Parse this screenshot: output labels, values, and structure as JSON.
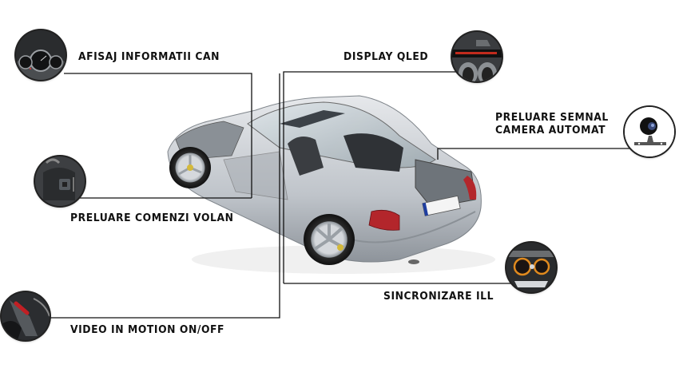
{
  "diagram": {
    "subject": "car-cutaway",
    "features": [
      {
        "id": "can-info",
        "label": "AFISAJ INFORMATII CAN",
        "icon": "instrument-cluster-icon"
      },
      {
        "id": "display-qled",
        "label": "DISPLAY QLED",
        "icon": "qled-display-icon"
      },
      {
        "id": "camera-signal",
        "label_line1": "PRELUARE SEMNAL",
        "label_line2": "CAMERA AUTOMAT",
        "icon": "rear-camera-icon"
      },
      {
        "id": "steering-controls",
        "label": "PRELUARE COMENZI VOLAN",
        "icon": "steering-wheel-controls-icon"
      },
      {
        "id": "ill-sync",
        "label": "SINCRONIZARE ILL",
        "icon": "illumination-dials-icon"
      },
      {
        "id": "video-in-motion",
        "label": "VIDEO IN MOTION ON/OFF",
        "icon": "gear-shifter-icon"
      }
    ]
  },
  "colors": {
    "line": "#111111",
    "text": "#111111",
    "car_body": "#c8ccd2",
    "taillight": "#b3262b",
    "qled_red": "#e03020",
    "ill_orange": "#e08a1e"
  }
}
